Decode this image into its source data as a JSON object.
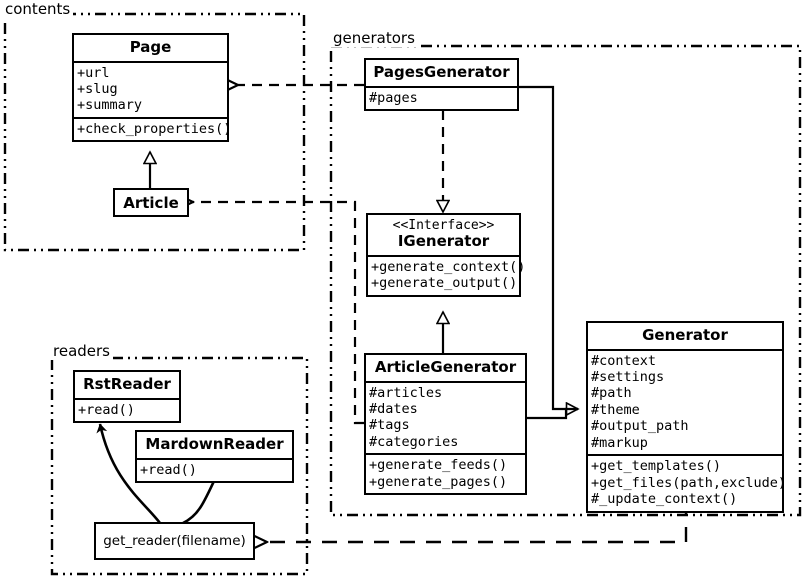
{
  "diagram": {
    "title": "Pelican architecture class diagram",
    "type": "uml-class-diagram",
    "background": "#ffffff",
    "stroke": "#000000"
  },
  "packages": [
    {
      "id": "contents",
      "label": "contents"
    },
    {
      "id": "generators",
      "label": "generators"
    },
    {
      "id": "readers",
      "label": "readers"
    }
  ],
  "classes": {
    "page": {
      "name": "Page",
      "attributes": [
        "+url",
        "+slug",
        "+summary"
      ],
      "methods": [
        "+check_properties()"
      ]
    },
    "article": {
      "name": "Article"
    },
    "pages_generator": {
      "name": "PagesGenerator",
      "attributes": [
        "#pages"
      ]
    },
    "igenerator": {
      "stereotype": "<<Interface>>",
      "name": "IGenerator",
      "methods": [
        "+generate_context()",
        "+generate_output()"
      ]
    },
    "article_generator": {
      "name": "ArticleGenerator",
      "attributes": [
        "#articles",
        "#dates",
        "#tags",
        "#categories"
      ],
      "methods": [
        "+generate_feeds()",
        "+generate_pages()"
      ]
    },
    "generator": {
      "name": "Generator",
      "attributes": [
        "#context",
        "#settings",
        "#path",
        "#theme",
        "#output_path",
        "#markup"
      ],
      "methods": [
        "+get_templates()",
        "+get_files(path,exclude)",
        "#_update_context()"
      ]
    },
    "rst_reader": {
      "name": "RstReader",
      "methods": [
        "+read()"
      ]
    },
    "mardown_reader": {
      "name": "MardownReader",
      "methods": [
        "+read()"
      ]
    },
    "get_reader": {
      "name": "get_reader(filename)"
    }
  },
  "relations": [
    {
      "id": "pagesgen-uses-page",
      "from": "PagesGenerator",
      "to": "Page",
      "style": "dashed",
      "arrow": "open"
    },
    {
      "id": "articlegen-uses-article",
      "from": "ArticleGenerator",
      "to": "Article",
      "style": "dashed",
      "arrow": "open"
    },
    {
      "id": "article-extends-page",
      "from": "Article",
      "to": "Page",
      "style": "solid",
      "arrow": "hollow-triangle"
    },
    {
      "id": "pagesgen-implements-igen",
      "from": "PagesGenerator",
      "to": "IGenerator",
      "style": "dashed",
      "arrow": "hollow-triangle"
    },
    {
      "id": "articlegen-implements-igen",
      "from": "ArticleGenerator",
      "to": "IGenerator",
      "style": "solid",
      "arrow": "hollow-triangle"
    },
    {
      "id": "pagesgen-extends-generator",
      "from": "PagesGenerator",
      "to": "Generator",
      "style": "solid",
      "arrow": "hollow-triangle"
    },
    {
      "id": "articlegen-extends-generator",
      "from": "ArticleGenerator",
      "to": "Generator",
      "style": "solid",
      "arrow": "hollow-triangle"
    },
    {
      "id": "generator-uses-getreader",
      "from": "Generator",
      "to": "get_reader(filename)",
      "style": "dashed",
      "arrow": "open"
    },
    {
      "id": "getreader-returns-rst",
      "from": "get_reader(filename)",
      "to": "RstReader",
      "style": "solid",
      "arrow": "filled"
    },
    {
      "id": "getreader-returns-md",
      "from": "get_reader(filename)",
      "to": "MardownReader",
      "style": "solid",
      "arrow": "filled"
    }
  ]
}
